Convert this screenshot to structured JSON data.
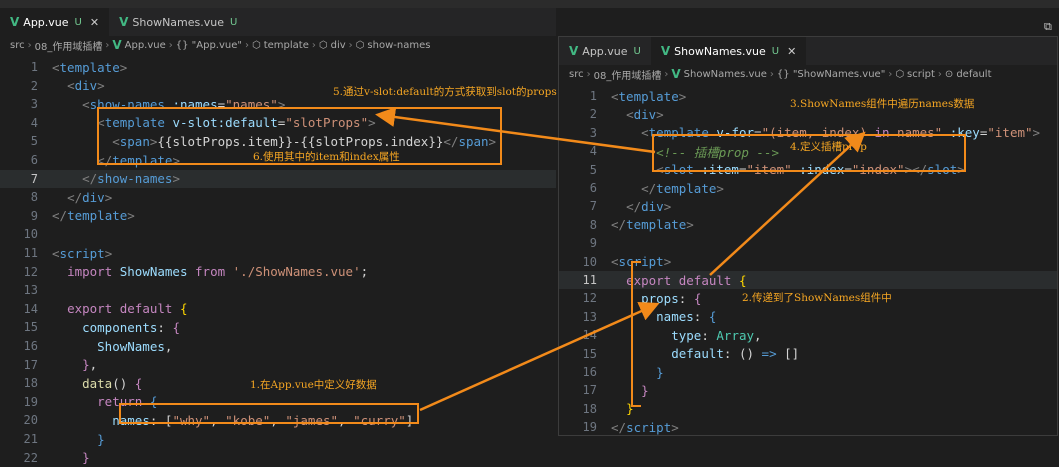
{
  "left": {
    "tabs": [
      {
        "label": "App.vue",
        "mod": "U",
        "active": true
      },
      {
        "label": "ShowNames.vue",
        "mod": "U",
        "active": false
      }
    ],
    "breadcrumb": [
      "src",
      "08_作用域插槽",
      "App.vue",
      "{} \"App.vue\"",
      "template",
      "div",
      "show-names"
    ],
    "lines": [
      {
        "n": "1",
        "html": "<span class=\"t-br\">&lt;</span><span class=\"t-tag\">template</span><span class=\"t-br\">&gt;</span>"
      },
      {
        "n": "2",
        "html": "  <span class=\"t-br\">&lt;</span><span class=\"t-tag\">div</span><span class=\"t-br\">&gt;</span>"
      },
      {
        "n": "3",
        "html": "    <span class=\"t-br\">&lt;</span><span class=\"t-tag\">show-names</span> <span class=\"t-attr\">:names</span>=<span class=\"t-str\">\"names\"</span><span class=\"t-br\">&gt;</span>"
      },
      {
        "n": "4",
        "html": "      <span class=\"t-br\">&lt;</span><span class=\"t-tag\">template</span> <span class=\"t-attr\">v-slot:default</span>=<span class=\"t-str\">\"slotProps\"</span><span class=\"t-br\">&gt;</span>"
      },
      {
        "n": "5",
        "html": "        <span class=\"t-br\">&lt;</span><span class=\"t-tag\">span</span><span class=\"t-br\">&gt;</span>{{slotProps.item}}-{{slotProps.index}}<span class=\"t-br\">&lt;/</span><span class=\"t-tag\">span</span><span class=\"t-br\">&gt;</span>"
      },
      {
        "n": "6",
        "html": "      <span class=\"t-br\">&lt;/</span><span class=\"t-tag\">template</span><span class=\"t-br\">&gt;</span>"
      },
      {
        "n": "7",
        "html": "    <span class=\"t-br\">&lt;/</span><span class=\"t-tag\">show-names</span><span class=\"t-br\">&gt;</span>",
        "cur": true
      },
      {
        "n": "8",
        "html": "  <span class=\"t-br\">&lt;/</span><span class=\"t-tag\">div</span><span class=\"t-br\">&gt;</span>"
      },
      {
        "n": "9",
        "html": "<span class=\"t-br\">&lt;/</span><span class=\"t-tag\">template</span><span class=\"t-br\">&gt;</span>"
      },
      {
        "n": "10",
        "html": ""
      },
      {
        "n": "11",
        "html": "<span class=\"t-br\">&lt;</span><span class=\"t-tag\">script</span><span class=\"t-br\">&gt;</span>"
      },
      {
        "n": "12",
        "html": "  <span class=\"t-kw\">import</span> <span class=\"t-var\">ShowNames</span> <span class=\"t-kw\">from</span> <span class=\"t-str\">'./ShowNames.vue'</span>;"
      },
      {
        "n": "13",
        "html": ""
      },
      {
        "n": "14",
        "html": "  <span class=\"t-kw\">export</span> <span class=\"t-kw\">default</span> <span class=\"t-br-y\">{</span>"
      },
      {
        "n": "15",
        "html": "    <span class=\"t-var\">components</span>: <span class=\"t-kw\">{</span>"
      },
      {
        "n": "16",
        "html": "      <span class=\"t-var\">ShowNames</span>,"
      },
      {
        "n": "17",
        "html": "    <span class=\"t-kw\">}</span>,"
      },
      {
        "n": "18",
        "html": "    <span class=\"t-fn\">data</span>() <span class=\"t-kw\">{</span>"
      },
      {
        "n": "19",
        "html": "      <span class=\"t-kw\">return</span> <span class=\"t-bl\">{</span>"
      },
      {
        "n": "20",
        "html": "        <span class=\"t-var\">names</span>: [<span class=\"t-str\">\"why\"</span>, <span class=\"t-str\">\"kobe\"</span>, <span class=\"t-str\">\"james\"</span>, <span class=\"t-str\">\"curry\"</span>]"
      },
      {
        "n": "21",
        "html": "      <span class=\"t-bl\">}</span>"
      },
      {
        "n": "22",
        "html": "    <span class=\"t-kw\">}</span>"
      }
    ]
  },
  "right": {
    "tabs": [
      {
        "label": "App.vue",
        "mod": "U",
        "active": false
      },
      {
        "label": "ShowNames.vue",
        "mod": "U",
        "active": true
      }
    ],
    "breadcrumb": [
      "src",
      "08_作用域插槽",
      "ShowNames.vue",
      "{} \"ShowNames.vue\"",
      "script",
      "default"
    ],
    "lines": [
      {
        "n": "1",
        "html": "<span class=\"t-br\">&lt;</span><span class=\"t-tag\">template</span><span class=\"t-br\">&gt;</span>"
      },
      {
        "n": "2",
        "html": "  <span class=\"t-br\">&lt;</span><span class=\"t-tag\">div</span><span class=\"t-br\">&gt;</span>"
      },
      {
        "n": "3",
        "html": "    <span class=\"t-br\">&lt;</span><span class=\"t-tag\">template</span> <span class=\"t-attr\">v-for</span>=<span class=\"t-str\">\"(item, index) </span><span class=\"t-kw\">in</span><span class=\"t-str\"> names\"</span> <span class=\"t-attr\">:key</span>=<span class=\"t-str\">\"item\"</span><span class=\"t-br\">&gt;</span>"
      },
      {
        "n": "4",
        "html": "      <span class=\"t-cm\">&lt;!-- 插槽prop --&gt;</span>"
      },
      {
        "n": "5",
        "html": "      <span class=\"t-br\">&lt;</span><span class=\"t-tag\">slot</span> <span class=\"t-attr\">:item</span>=<span class=\"t-str\">\"item\"</span> <span class=\"t-attr\">:index</span>=<span class=\"t-str\">\"index\"</span><span class=\"t-br\">&gt;&lt;/</span><span class=\"t-tag\">slot</span><span class=\"t-br\">&gt;</span>"
      },
      {
        "n": "6",
        "html": "    <span class=\"t-br\">&lt;/</span><span class=\"t-tag\">template</span><span class=\"t-br\">&gt;</span>"
      },
      {
        "n": "7",
        "html": "  <span class=\"t-br\">&lt;/</span><span class=\"t-tag\">div</span><span class=\"t-br\">&gt;</span>"
      },
      {
        "n": "8",
        "html": "<span class=\"t-br\">&lt;/</span><span class=\"t-tag\">template</span><span class=\"t-br\">&gt;</span>"
      },
      {
        "n": "9",
        "html": ""
      },
      {
        "n": "10",
        "html": "<span class=\"t-br\">&lt;</span><span class=\"t-tag\">script</span><span class=\"t-br\">&gt;</span>"
      },
      {
        "n": "11",
        "html": "  <span class=\"t-kw\">export</span> <span class=\"t-kw\">default</span> <span class=\"t-br-y\">{</span>",
        "cur": true
      },
      {
        "n": "12",
        "html": "    <span class=\"t-var\">props</span>: <span class=\"t-kw\">{</span>"
      },
      {
        "n": "13",
        "html": "      <span class=\"t-var\">names</span>: <span class=\"t-bl\">{</span>"
      },
      {
        "n": "14",
        "html": "        <span class=\"t-var\">type</span>: <span class=\"t-cls\">Array</span>,"
      },
      {
        "n": "15",
        "html": "        <span class=\"t-var\">default</span>: () <span class=\"t-bl\">=&gt;</span> []"
      },
      {
        "n": "16",
        "html": "      <span class=\"t-bl\">}</span>"
      },
      {
        "n": "17",
        "html": "    <span class=\"t-kw\">}</span>"
      },
      {
        "n": "18",
        "html": "  <span class=\"t-br-y\">}</span>"
      },
      {
        "n": "19",
        "html": "<span class=\"t-br\">&lt;/</span><span class=\"t-tag\">script</span><span class=\"t-br\">&gt;</span>"
      }
    ]
  },
  "notes": {
    "n1": "1.在App.vue中定义好数据",
    "n2": "2.传递到了ShowNames组件中",
    "n3": "3.ShowNames组件中遍历names数据",
    "n4": "4.定义插槽prop",
    "n5": "5.通过v-slot:default的方式获取到slot的props",
    "n6": "6.使用其中的item和index属性"
  },
  "colors": {
    "annotation": "#f28a1a",
    "vue": "#42b883"
  }
}
